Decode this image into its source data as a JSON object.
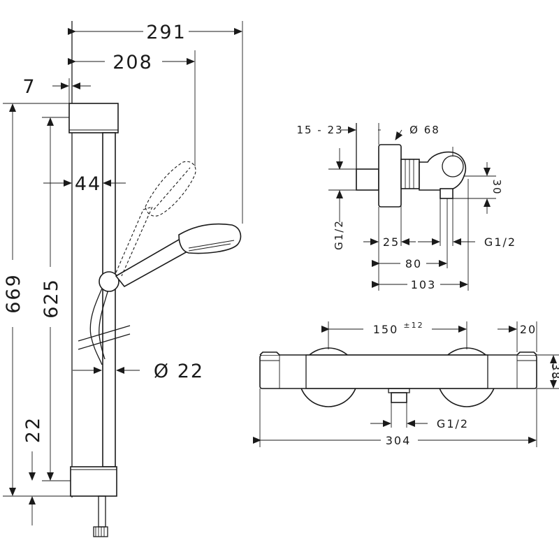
{
  "shower_rail": {
    "width_total": "291",
    "width_handshower": "208",
    "offset_wall": "7",
    "bracket_depth": "44",
    "height_total": "669",
    "height_rail": "625",
    "rail_diameter": "Ø 22",
    "bottom_offset": "22"
  },
  "side_view": {
    "inlet_range": "15 - 23",
    "rosette_diameter": "Ø 68",
    "inlet_thread": "G1/2",
    "height_outlet": "30",
    "dim_25": "25",
    "outlet_thread": "G1/2",
    "dim_80": "80",
    "dim_103": "103"
  },
  "front_view": {
    "center_distance": "150",
    "center_tolerance": "±12",
    "end_cap": "20",
    "height_body": "38",
    "outlet_thread": "G1/2",
    "length_total": "304"
  }
}
